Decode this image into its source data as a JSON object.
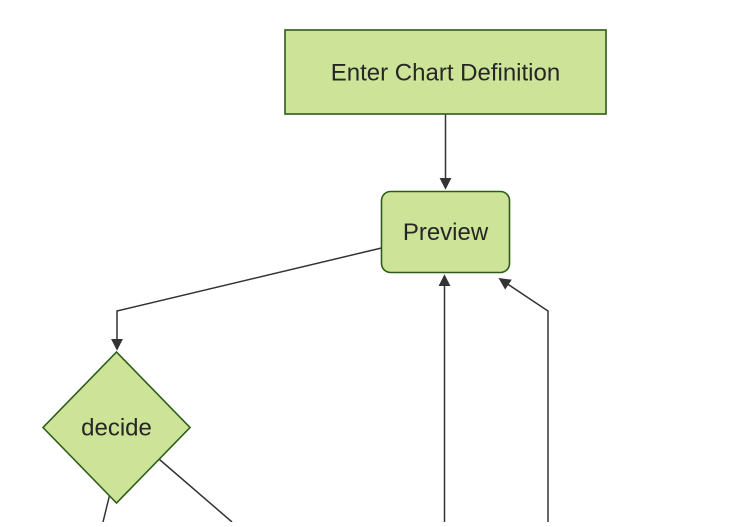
{
  "diagram": {
    "type": "flowchart",
    "direction": "top-down",
    "nodes": [
      {
        "id": "enter-chart-definition",
        "label": "Enter Chart Definition",
        "shape": "rectangle"
      },
      {
        "id": "preview",
        "label": "Preview",
        "shape": "rounded-rectangle"
      },
      {
        "id": "decide",
        "label": "decide",
        "shape": "diamond"
      }
    ],
    "edges": [
      {
        "from": "enter-chart-definition",
        "to": "preview",
        "arrowhead": true
      },
      {
        "from": "preview",
        "to": "decide",
        "arrowhead": true
      },
      {
        "from": "decide",
        "to": "offscreen-bottom-left",
        "arrowhead": false
      },
      {
        "from": "decide",
        "to": "offscreen-bottom-right",
        "arrowhead": false
      },
      {
        "from": "offscreen-bottom-center",
        "to": "preview",
        "arrowhead": true
      },
      {
        "from": "offscreen-bottom-right",
        "to": "preview",
        "arrowhead": true
      }
    ]
  },
  "colors": {
    "node_fill": "#cde498",
    "node_stroke": "#2e5c18",
    "edge_stroke": "#333333",
    "label_color": "#262626",
    "background": "#ffffff"
  }
}
